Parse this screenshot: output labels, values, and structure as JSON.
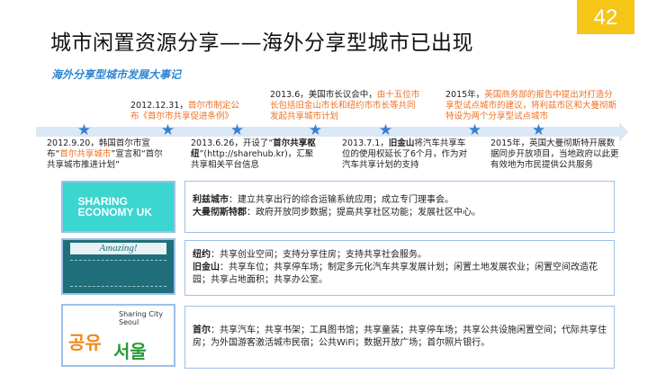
{
  "header": {
    "title": "城市闲置资源分享——海外分享型城市已出现",
    "page_number": "42"
  },
  "timeline": {
    "subtitle": "海外分享型城市发展大事记",
    "events": [
      {
        "date": "2012.9.20，韩国首尔市宣布“",
        "hl": "首尔共享城市",
        "rest": "”宣言和“首尔共享城市推进计划”"
      },
      {
        "date": "2012.12.31，",
        "hl": "首尔市制定公布《首尔市共享促进条例》",
        "rest": ""
      },
      {
        "date": "2013.6.26，开设了“",
        "hl": "首尔共享枢纽",
        "rest": "”(http://sharehub.kr)，汇聚共享相关平台信息"
      },
      {
        "date": "2013.6，美国市长议会中，",
        "hl": "由十五位市长包括旧金山市长和纽约市市长等共同发起共享城市计划",
        "rest": ""
      },
      {
        "date": "2013.7.1，",
        "hl": "旧金山",
        "rest": "将汽车共享车位的使用权延长了6个月，作为对汽车共享计划的支持"
      },
      {
        "date": "2015年，",
        "hl": "英国商务部的报告中提出对打造分享型试点城市的建议，将利兹市区和大曼彻斯特设为两个分享型试点城市",
        "rest": ""
      },
      {
        "date": "2015年，英国大曼彻斯特开展数据同步开放项目，当地政府以此更有效地为市民提供公共服务",
        "hl": "",
        "rest": ""
      }
    ]
  },
  "cases": [
    {
      "image_text": "SHARING ECONOMY UK",
      "lines": [
        {
          "city": "利兹城市",
          "text": "：建立共享出行的综合运输系统应用；成立专门理事会。"
        },
        {
          "city": "大曼彻斯特郡",
          "text": "：政府开放同步数据；提高共享社区功能；发展社区中心。"
        }
      ]
    },
    {
      "image_text": "Amazing!",
      "lines": [
        {
          "city": "纽约",
          "text": "：共享创业空间；支持分享住房；支持共享社会服务。"
        },
        {
          "city": "旧金山",
          "text": "：共享车位；共享停车场；制定多元化汽车共享发展计划；闲置土地发展农业；闲置空间改造花园；共享占地面积；共享办公室。"
        }
      ]
    },
    {
      "image_text": "Sharing City Seoul",
      "lines": [
        {
          "city": "首尔",
          "text": "：共享汽车；共享书架；工具图书馆；共享童装；共享停车场；共享公共设施闲置空间；代际共享住房；为外国游客激活城市民宿；公共WiFi；数据开放广场；首尔照片银行。"
        }
      ]
    }
  ],
  "colors": {
    "accent": "#f07020",
    "star": "#3a7fd0",
    "badge": "#f5c518"
  }
}
